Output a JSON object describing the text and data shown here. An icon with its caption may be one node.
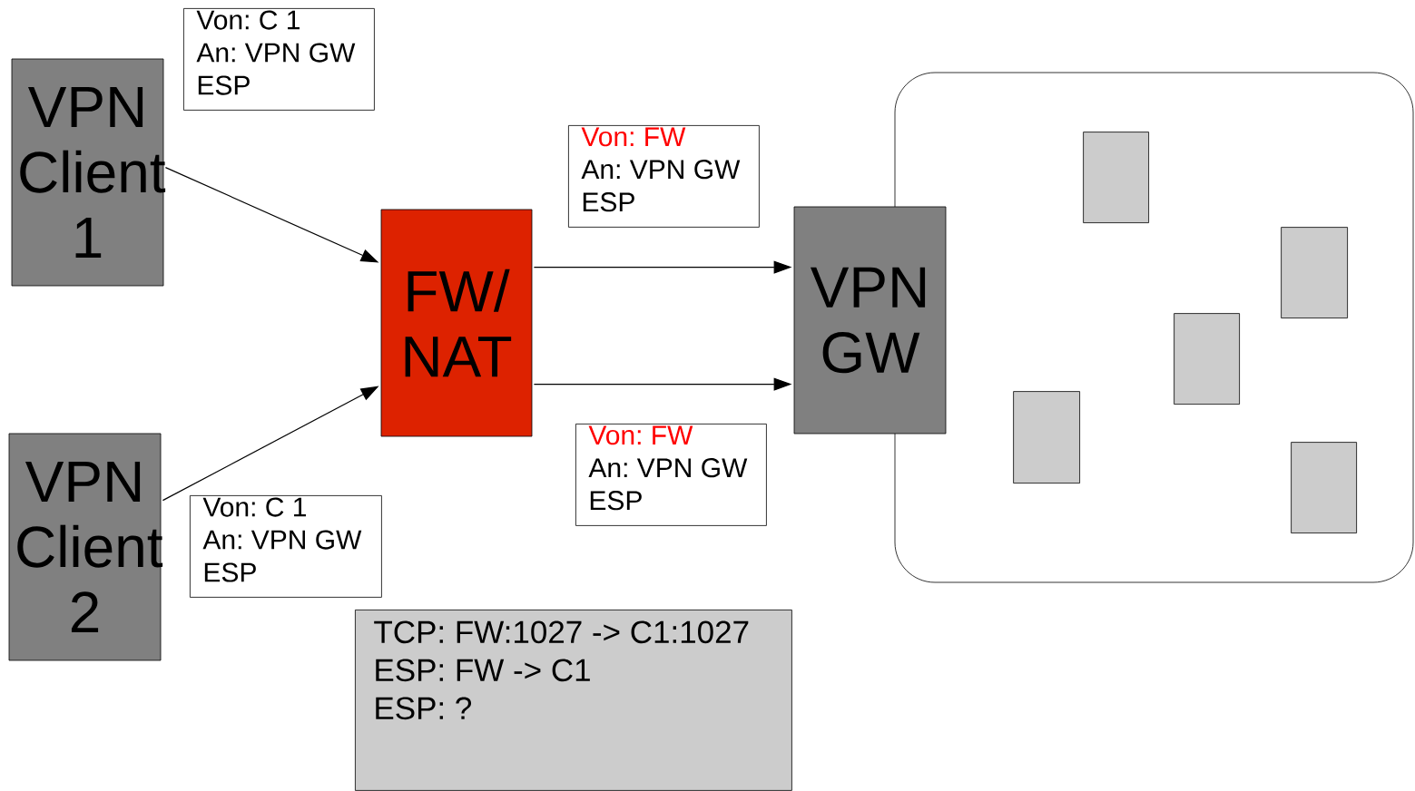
{
  "diagram": {
    "nodes": [
      {
        "text": [
          "VPN Client 1"
        ]
      },
      {
        "text": [
          "VPN Client 2"
        ]
      },
      {
        "text": [
          "FW/ NAT"
        ]
      },
      {
        "text": [
          "VPN GW"
        ]
      },
      {
        "text": [],
        "shape": "box"
      },
      {
        "text": [],
        "shape": "box",
        "in": 4
      },
      {
        "text": [],
        "shape": "box",
        "in": 4
      },
      {
        "text": [],
        "shape": "box",
        "in": 4
      },
      {
        "text": [],
        "shape": "box",
        "in": 4
      },
      {
        "text": [],
        "shape": "box",
        "in": 4
      },
      {
        "text": [
          "Von: C 1",
          "An: VPN GW",
          "ESP"
        ]
      },
      {
        "text": [
          "Von: FW",
          "An: VPN GW",
          "ESP"
        ]
      },
      {
        "text": [
          "Von: FW",
          "An: VPN GW",
          "ESP"
        ]
      },
      {
        "text": [
          "Von: C 1",
          "An: VPN GW",
          "ESP"
        ]
      },
      {
        "text": [
          "TCP: FW:1027 -> C1:1027",
          "ESP: FW -> C1",
          "ESP: ?"
        ]
      }
    ],
    "edges": [
      {
        "from": 0,
        "to": 2,
        "arrow": "to"
      },
      {
        "from": 1,
        "to": 2,
        "arrow": "to"
      },
      {
        "from": 2,
        "to": 3,
        "arrow": "to"
      },
      {
        "from": 2,
        "to": 3,
        "arrow": "to"
      }
    ]
  }
}
